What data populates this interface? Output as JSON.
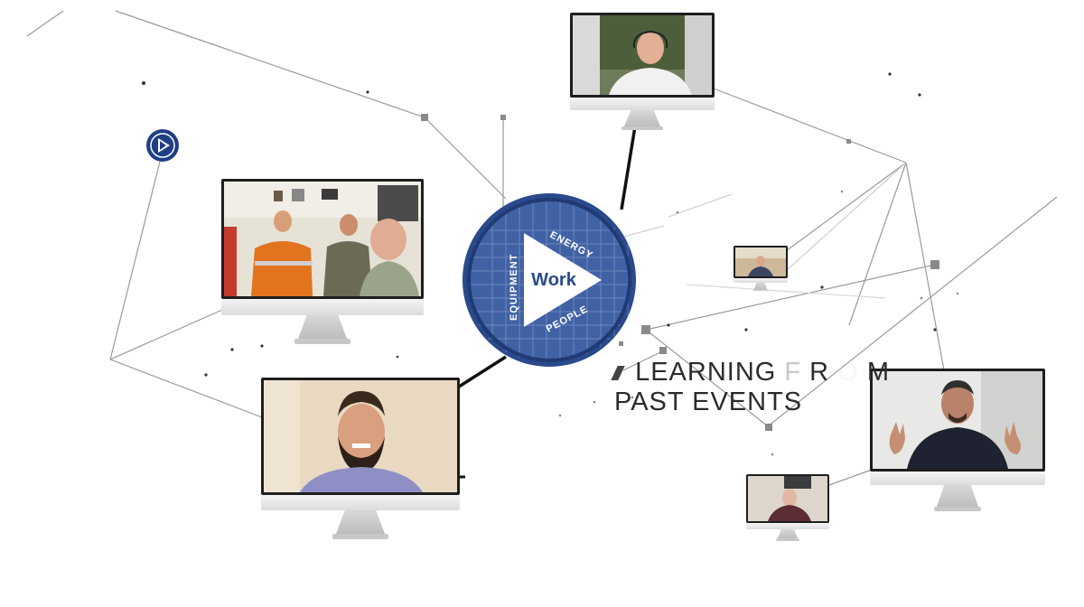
{
  "logo": {
    "center_word": "Work",
    "ring_words": [
      "ENERGY",
      "PEOPLE",
      "EQUIPMENT"
    ],
    "colors": {
      "navy": "#2b4a8c",
      "dark_navy": "#1f3a75",
      "white": "#ffffff"
    }
  },
  "headline": {
    "line1_part1": "LEARNING ",
    "line1_ghost": "F",
    "line1_part2": "R",
    "line1_ghost2": "O",
    "line1_part3": "M",
    "line2": "PAST EVENTS"
  },
  "badge_icon": "play-triangle-icon",
  "participants": [
    {
      "id": "top-man-headset"
    },
    {
      "id": "group-in-office"
    },
    {
      "id": "small-center-right"
    },
    {
      "id": "bearded-man-smiling"
    },
    {
      "id": "man-gesturing"
    },
    {
      "id": "small-bottom-right"
    }
  ]
}
